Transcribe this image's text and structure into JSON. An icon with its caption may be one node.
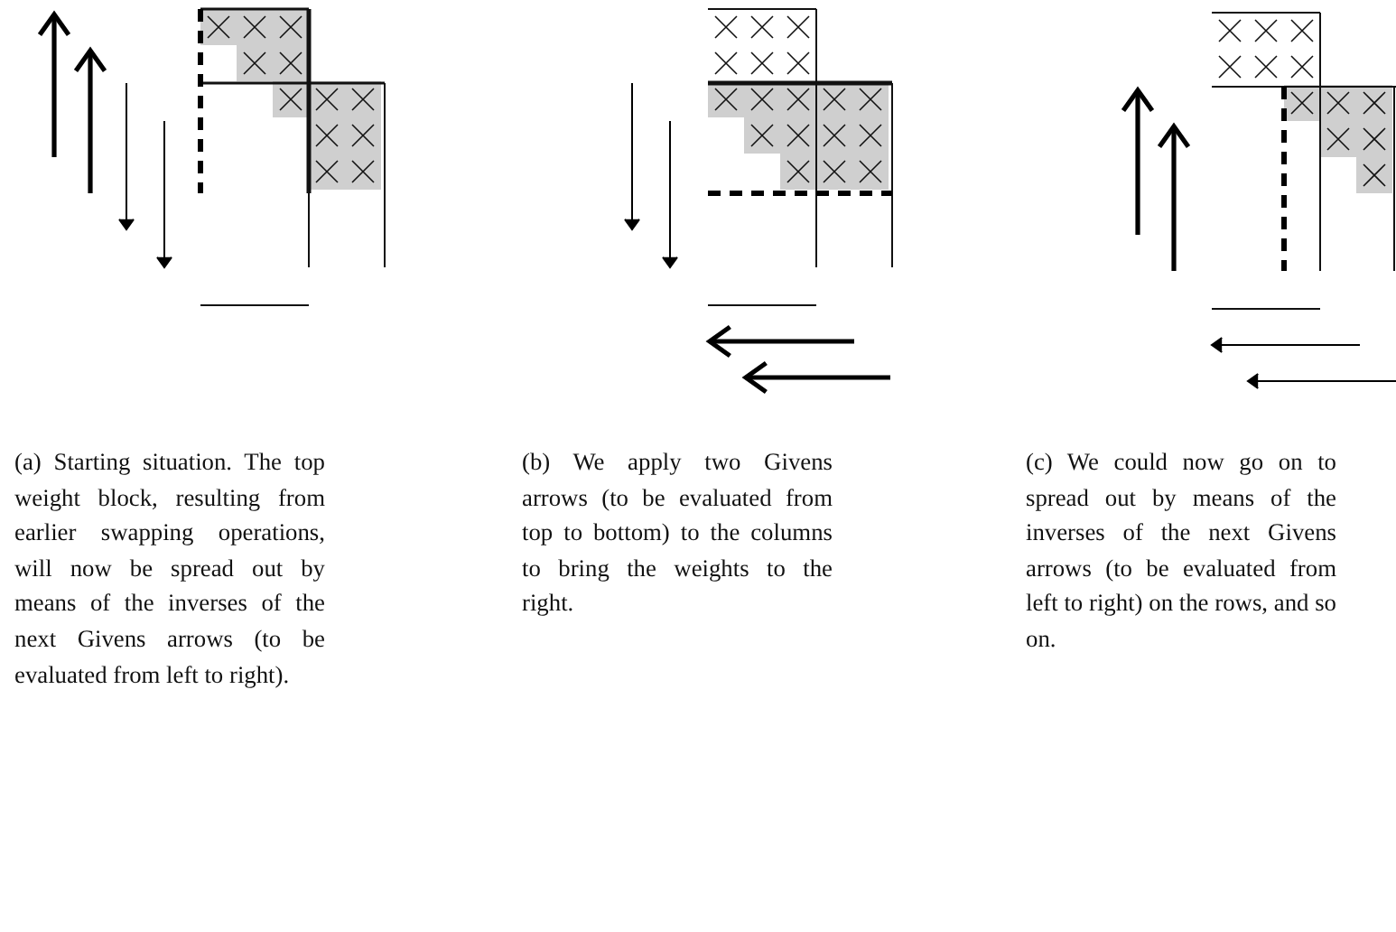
{
  "diagram": {
    "labels": [
      "(a) Starting situation. The top weight block, resulting from earlier swapping operations, will now be spread out by means of the inverses of the next Givens arrows (to be evaluated from left to right).",
      "(b) We apply two Givens arrows (to be evaluated from top to bottom) to the columns to bring the weights to the right.",
      "(c) We could now go on to spread out by means of the inverses of the next Givens arrows (to be evaluated from left to right) on the rows, and so on."
    ]
  }
}
